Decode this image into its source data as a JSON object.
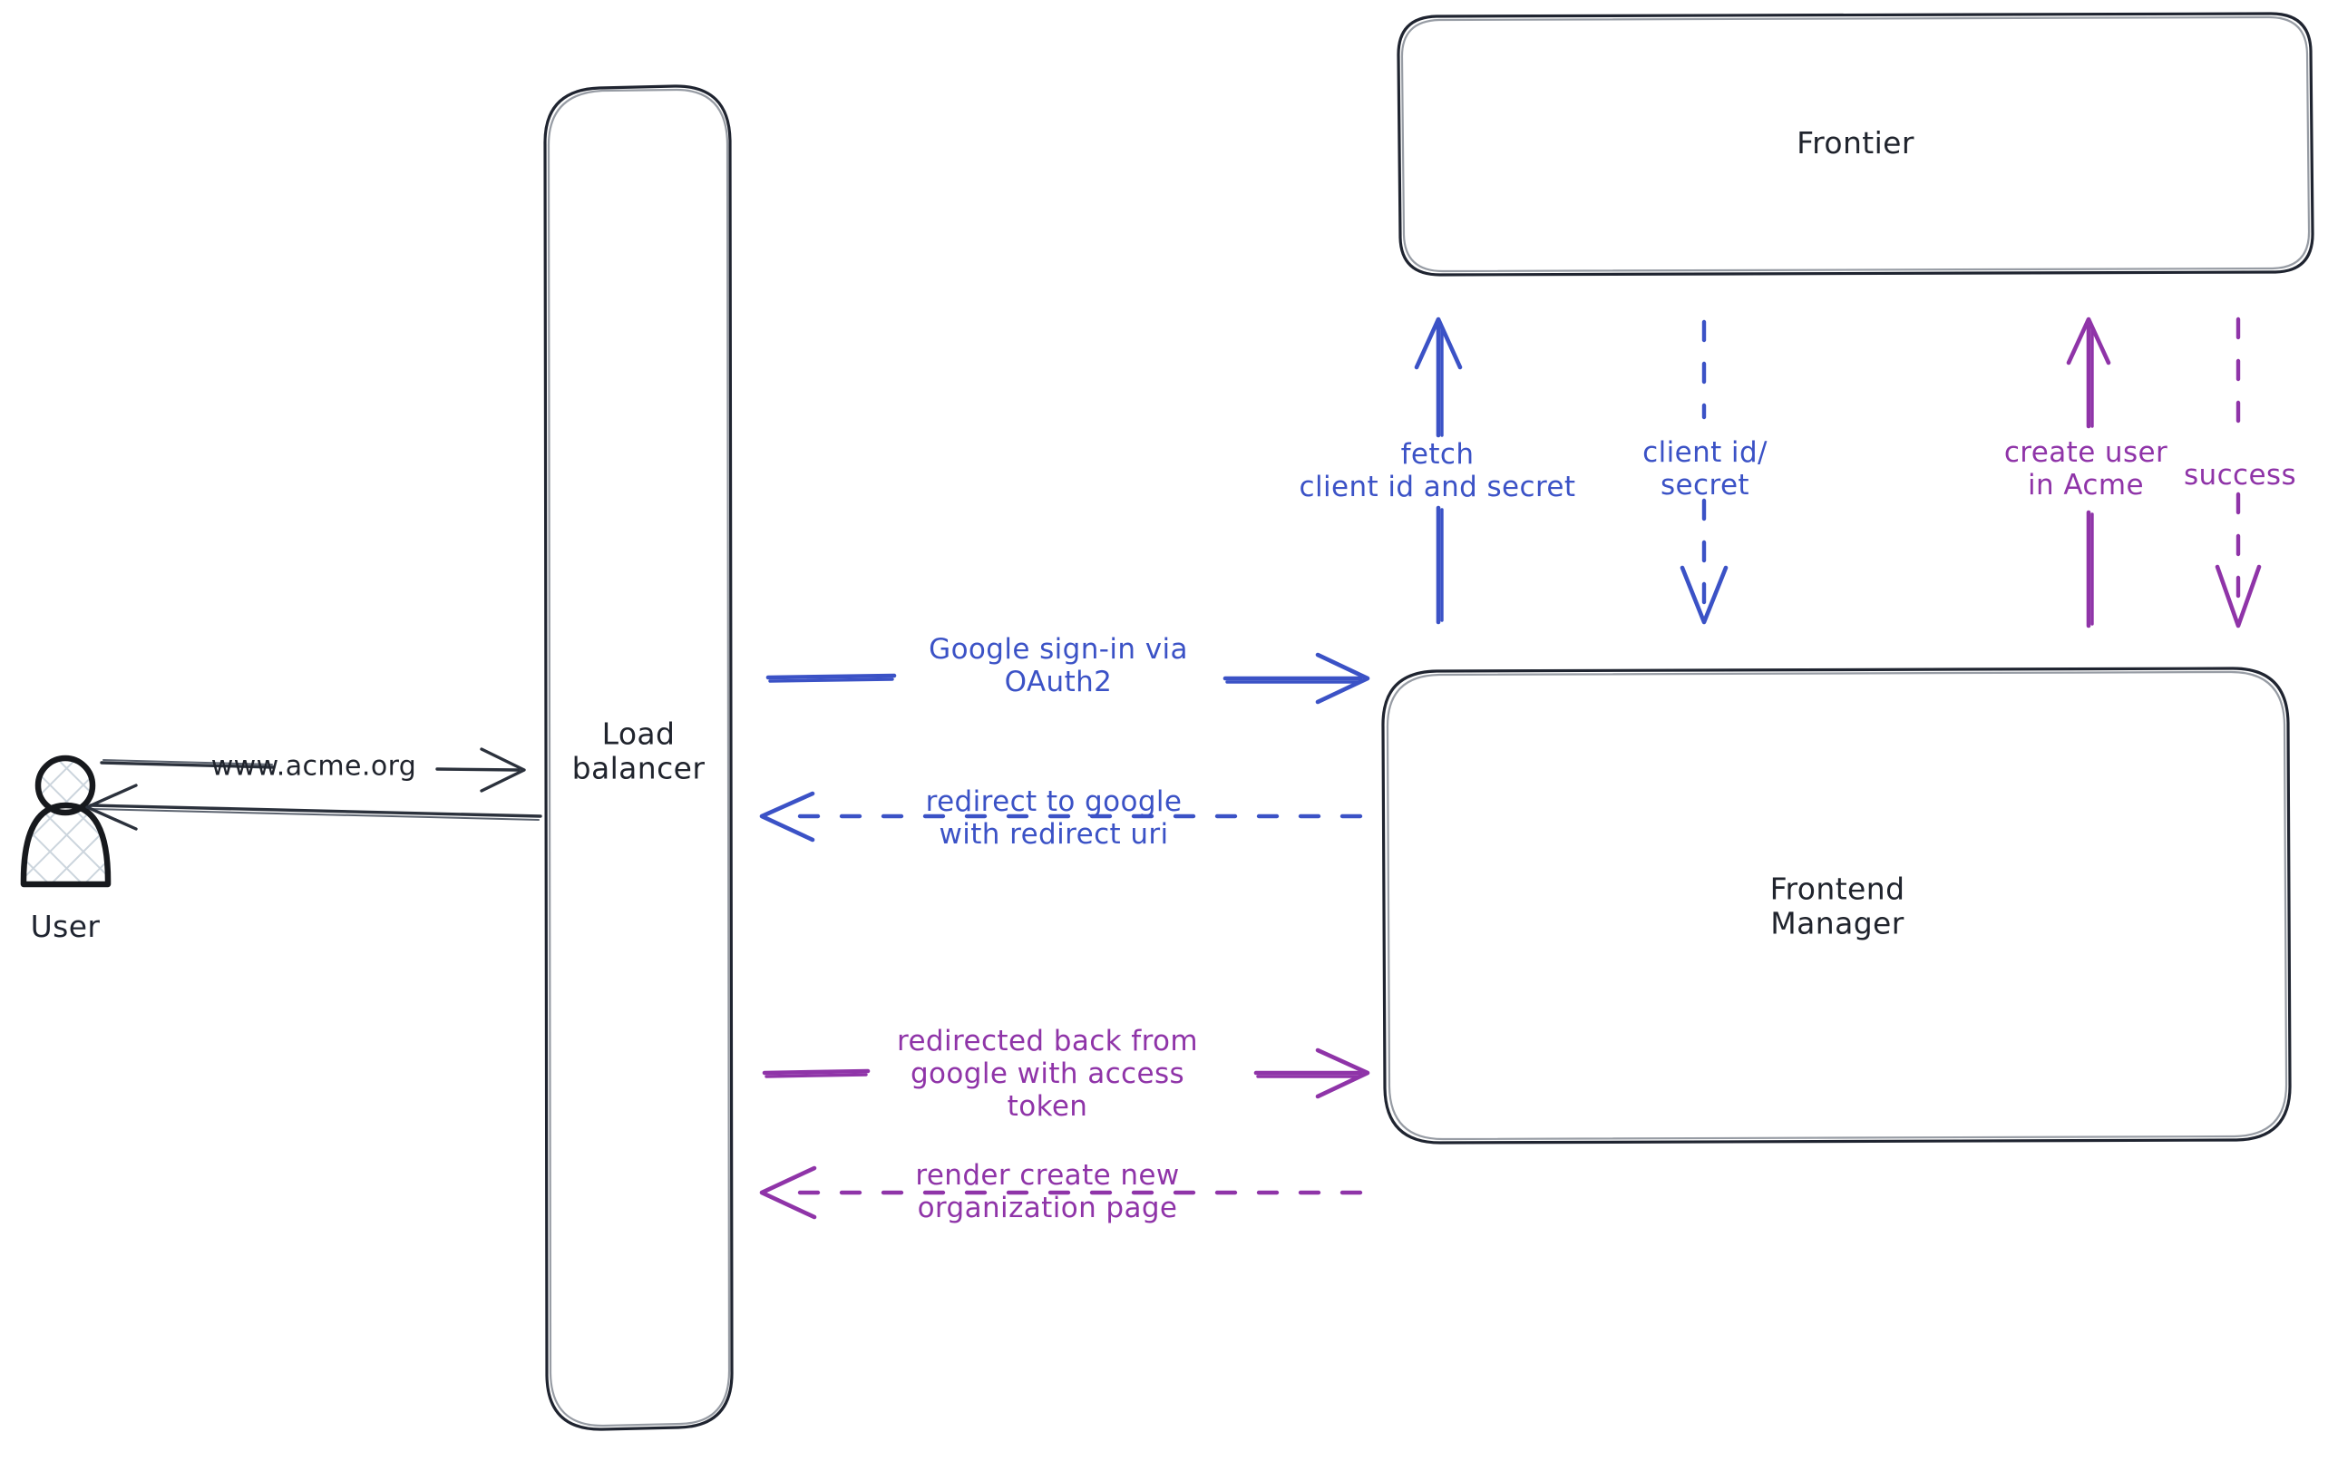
{
  "diagram": {
    "title": "Acme Google OAuth2 sign-in flow",
    "background": "#ffffff",
    "colors": {
      "node_stroke": "#1f2430",
      "actor_stroke": "#17191d",
      "actor_hatch": "#ccd5dd",
      "blue": "#3b52c6",
      "purple": "#8f34a8",
      "black_edge": "#2b313c"
    }
  },
  "actors": {
    "user": {
      "label": "User",
      "icon": "user-actor-icon"
    }
  },
  "nodes": [
    {
      "id": "load-balancer",
      "label": "Load\nbalancer",
      "line1": "Load",
      "line2": "balancer",
      "shape": "rounded-rect"
    },
    {
      "id": "frontier",
      "label": "Frontier",
      "shape": "rounded-rect"
    },
    {
      "id": "frontend-manager",
      "label": "Frontend\nManager",
      "line1": "Frontend",
      "line2": "Manager",
      "shape": "rounded-rect"
    }
  ],
  "edges": [
    {
      "id": "user-to-lb",
      "label": "www.acme.org",
      "from": "user",
      "to": "load-balancer",
      "color": "#2b313c",
      "style": "solid",
      "direction": "right"
    },
    {
      "id": "lb-to-user",
      "label": "",
      "from": "load-balancer",
      "to": "user",
      "color": "#2b313c",
      "style": "solid",
      "direction": "left"
    },
    {
      "id": "lb-to-fem-signin",
      "label": "Google sign-in via\nOAuth2",
      "line1": "Google sign-in via",
      "line2": "OAuth2",
      "from": "load-balancer",
      "to": "frontend-manager",
      "color": "#3b52c6",
      "style": "solid",
      "direction": "right"
    },
    {
      "id": "fem-to-lb-redirect",
      "label": "redirect to google\nwith redirect uri",
      "line1": "redirect to google",
      "line2": "with redirect uri",
      "from": "frontend-manager",
      "to": "load-balancer",
      "color": "#3b52c6",
      "style": "dashed",
      "direction": "left"
    },
    {
      "id": "lb-to-fem-token",
      "label": "redirected back from\ngoogle with access\ntoken",
      "line1": "redirected back from",
      "line2": "google with access",
      "line3": "token",
      "from": "load-balancer",
      "to": "frontend-manager",
      "color": "#8f34a8",
      "style": "solid",
      "direction": "right"
    },
    {
      "id": "fem-to-lb-render",
      "label": "render create new\norganization page",
      "line1": "render create new",
      "line2": "organization page",
      "from": "frontend-manager",
      "to": "load-balancer",
      "color": "#8f34a8",
      "style": "dashed",
      "direction": "left"
    },
    {
      "id": "fem-to-frontier-fetch",
      "label": "fetch\nclient id and secret",
      "line1": "fetch",
      "line2": "client id and secret",
      "from": "frontend-manager",
      "to": "frontier",
      "color": "#3b52c6",
      "style": "solid",
      "direction": "up"
    },
    {
      "id": "frontier-to-fem-creds",
      "label": "client id/\nsecret",
      "line1": "client id/",
      "line2": "secret",
      "from": "frontier",
      "to": "frontend-manager",
      "color": "#3b52c6",
      "style": "dashed",
      "direction": "down"
    },
    {
      "id": "fem-to-frontier-create",
      "label": "create user\nin Acme",
      "line1": "create user",
      "line2": "in Acme",
      "from": "frontend-manager",
      "to": "frontier",
      "color": "#8f34a8",
      "style": "solid",
      "direction": "up"
    },
    {
      "id": "frontier-to-fem-success",
      "label": "success",
      "from": "frontier",
      "to": "frontend-manager",
      "color": "#8f34a8",
      "style": "dashed",
      "direction": "down"
    }
  ]
}
